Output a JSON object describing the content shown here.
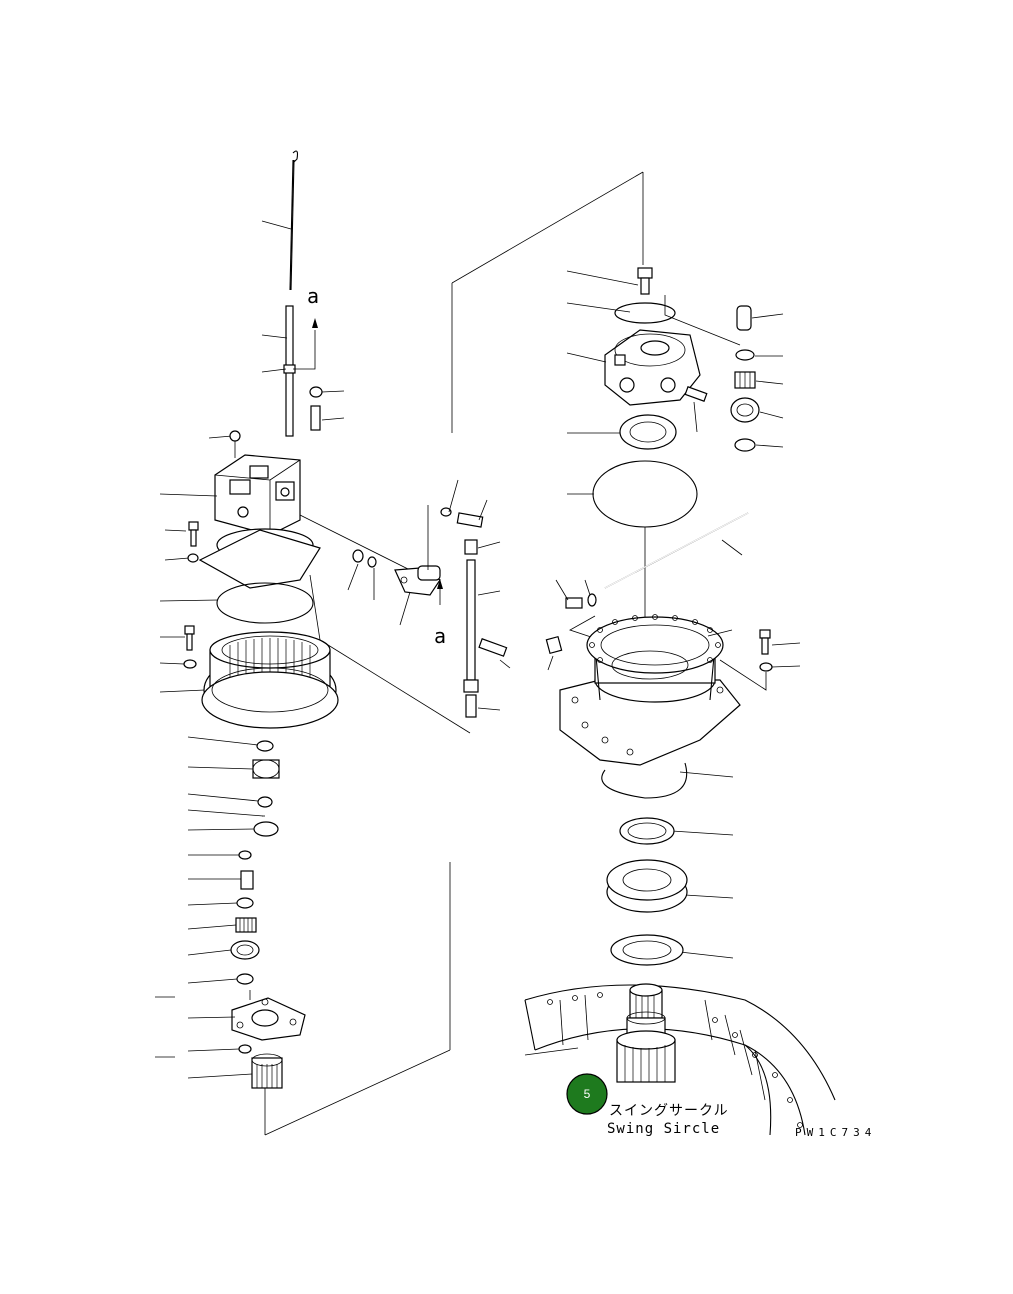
{
  "diagram": {
    "detail_ref_a_top": "a",
    "detail_ref_a_mid": "a",
    "callout": {
      "number": "5",
      "color": "#1e7a1e",
      "label_jp": "スイングサークル",
      "label_en": "Swing Sircle"
    },
    "figure_code": "PW1C734"
  }
}
